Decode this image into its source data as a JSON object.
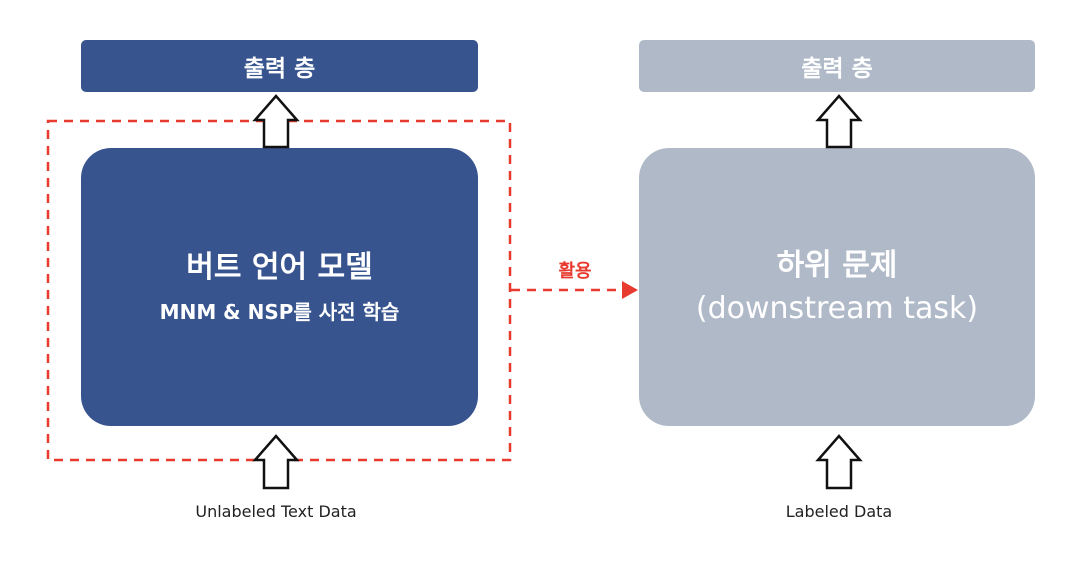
{
  "colors": {
    "primary": "#37548f",
    "muted": "#b0b9c8",
    "accent": "#e83a2e"
  },
  "left": {
    "output_label": "출력 층",
    "model_title": "버트 언어 모델",
    "model_subtitle": "MNM & NSP를 사전 학습",
    "input_label": "Unlabeled Text Data"
  },
  "transfer": {
    "label": "활용"
  },
  "right": {
    "output_label": "출력 층",
    "task_title": "하위 문제",
    "task_subtitle": "(downstream task)",
    "input_label": "Labeled Data"
  }
}
